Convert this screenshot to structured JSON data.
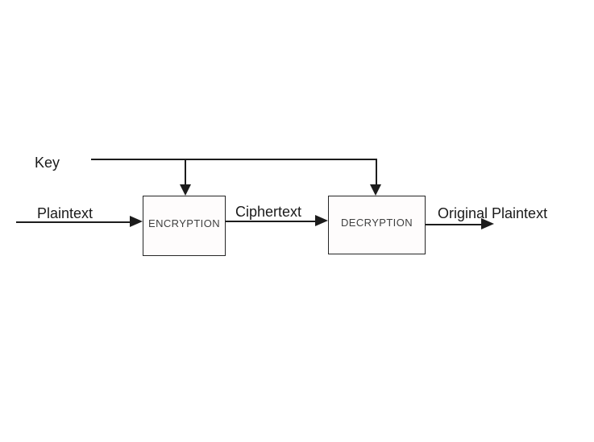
{
  "diagram": {
    "title_implicit": "Symmetric encryption / decryption flow",
    "labels": {
      "key": "Key",
      "plaintext": "Plaintext",
      "ciphertext": "Ciphertext",
      "original_plaintext": "Original Plaintext"
    },
    "boxes": {
      "encryption": "ENCRYPTION",
      "decryption": "DECRYPTION"
    },
    "colors": {
      "background": "#ffffff",
      "line": "#1c1c1c",
      "box_border": "#262626",
      "box_fill": "#fefcfc",
      "box_text": "#3f3f3f",
      "label_text": "#1a1a1a"
    }
  }
}
